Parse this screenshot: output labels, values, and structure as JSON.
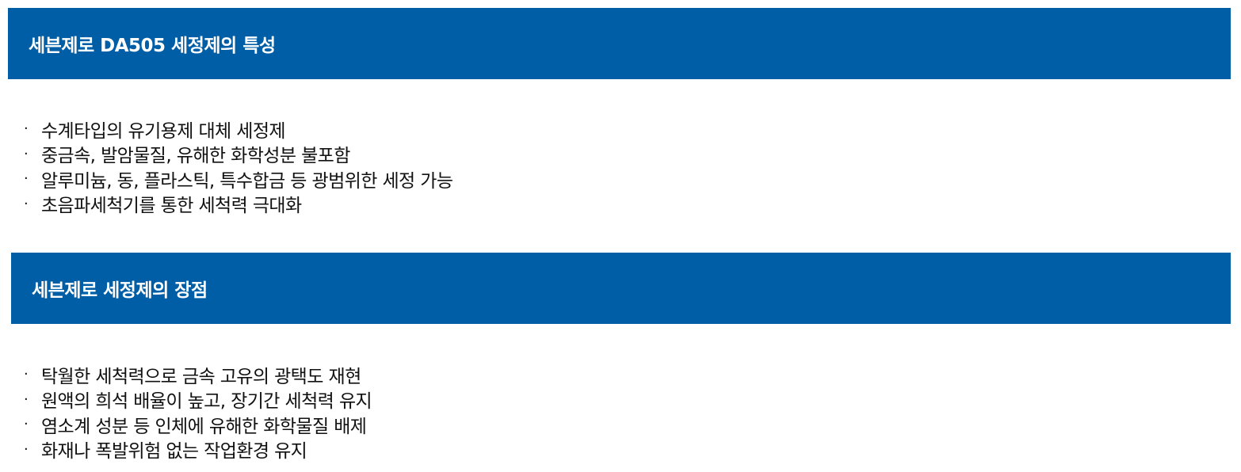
{
  "sections": [
    {
      "title": "세븐제로 DA505 세정제의 특성",
      "items": [
        "수계타입의 유기용제 대체 세정제",
        "중금속, 발암물질, 유해한 화학성분 불포함",
        "알루미늄, 동, 플라스틱, 특수합금 등 광범위한 세정 가능",
        "초음파세척기를 통한 세척력 극대화"
      ]
    },
    {
      "title": "세븐제로 세정제의 장점",
      "items": [
        "탁월한 세척력으로 금속 고유의 광택도 재현",
        "원액의 희석 배율이 높고, 장기간 세척력 유지",
        "염소계 성분 등 인체에 유해한 화학물질 배제",
        "화재나 폭발위험 없는 작업환경 유지"
      ]
    }
  ],
  "bullet": "·",
  "colors": {
    "header_bg": "#005ea6",
    "header_text": "#ffffff",
    "body_text": "#111111"
  }
}
